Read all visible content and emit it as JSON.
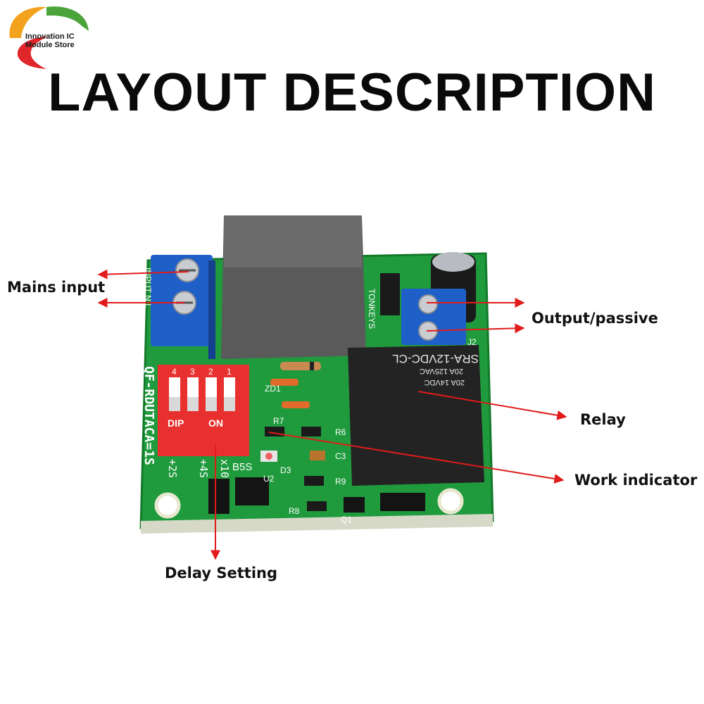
{
  "logo": {
    "line1": "Innovation IC",
    "line2": "Module Store"
  },
  "title": "LAYOUT DESCRIPTION",
  "callouts": {
    "mains_input": "Mains input",
    "output_passive": "Output/passive",
    "relay": "Relay",
    "work_indicator": "Work indicator",
    "delay_setting": "Delay Setting"
  },
  "board_labels": {
    "relay_model": "SRA-12VDC-CL",
    "relay_rating_1": "20A 125VAC",
    "relay_rating_2": "20A 14VDC",
    "dip": "DIP",
    "dip_on": "ON",
    "dip_numbers": [
      "4",
      "3",
      "2",
      "1"
    ],
    "pcb_vertical": "QF-RDUTACA=1S",
    "brand": "TONKEYS",
    "input_label": "INPUT N L",
    "settings": [
      "+2S",
      "+4S",
      "x10"
    ],
    "components": [
      "R7",
      "R6",
      "D3",
      "U2",
      "C3",
      "R9",
      "R8",
      "Q1",
      "ZD1",
      "J2",
      "B5S"
    ]
  },
  "colors": {
    "pcb": "#1f9a3c",
    "terminal": "#1f5fc8",
    "dip_switch": "#e8312f",
    "relay_body": "#222222",
    "transformer": "#555555",
    "arrow": "#e11b1b"
  }
}
